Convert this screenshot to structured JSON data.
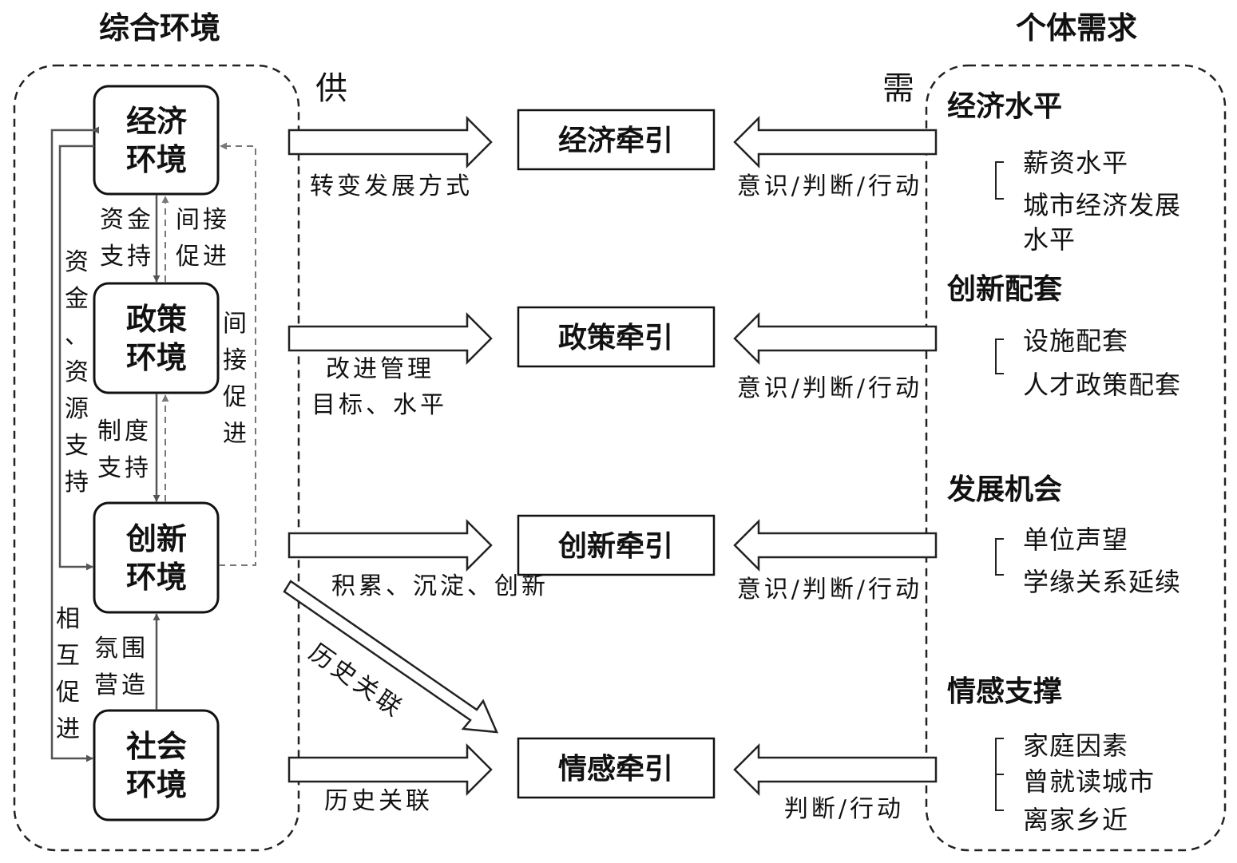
{
  "titles": {
    "left": "综合环境",
    "right": "个体需求"
  },
  "supply_label": "供",
  "demand_label": "需",
  "environments": [
    {
      "line1": "经济",
      "line2": "环境"
    },
    {
      "line1": "政策",
      "line2": "环境"
    },
    {
      "line1": "创新",
      "line2": "环境"
    },
    {
      "line1": "社会",
      "line2": "环境"
    }
  ],
  "relations": {
    "econ_to_policy": [
      "资金",
      "支持"
    ],
    "policy_to_econ": [
      "间接",
      "促进"
    ],
    "policy_to_innov": [
      "制度",
      "支持"
    ],
    "innov_to_policy": [
      "间",
      "接",
      "促",
      "进"
    ],
    "econ_to_innov": [
      "资",
      "金",
      "、",
      "资",
      "源",
      "支",
      "持"
    ],
    "social_to_innov": [
      "氛围",
      "营造"
    ],
    "mutual": [
      "相",
      "互",
      "促",
      "进"
    ]
  },
  "traction_boxes": [
    "经济牵引",
    "政策牵引",
    "创新牵引",
    "情感牵引"
  ],
  "supply_arrow_labels": [
    [
      "转变发展方式"
    ],
    [
      "改进管理",
      "目标、水平"
    ],
    [
      "积累、沉淀、创新"
    ],
    [
      "历史关联"
    ]
  ],
  "diagonal_label": "历史关联",
  "demand_arrow_labels": [
    "意识/判断/行动",
    "意识/判断/行动",
    "意识/判断/行动",
    "判断/行动"
  ],
  "needs": [
    {
      "category": "经济水平",
      "items": [
        "薪资水平",
        "城市经济发展",
        "水平"
      ]
    },
    {
      "category": "创新配套",
      "items": [
        "设施配套",
        "人才政策配套"
      ]
    },
    {
      "category": "发展机会",
      "items": [
        "单位声望",
        "学缘关系延续"
      ]
    },
    {
      "category": "情感支撑",
      "items": [
        "家庭因素",
        "曾就读城市",
        "离家乡近"
      ]
    }
  ]
}
